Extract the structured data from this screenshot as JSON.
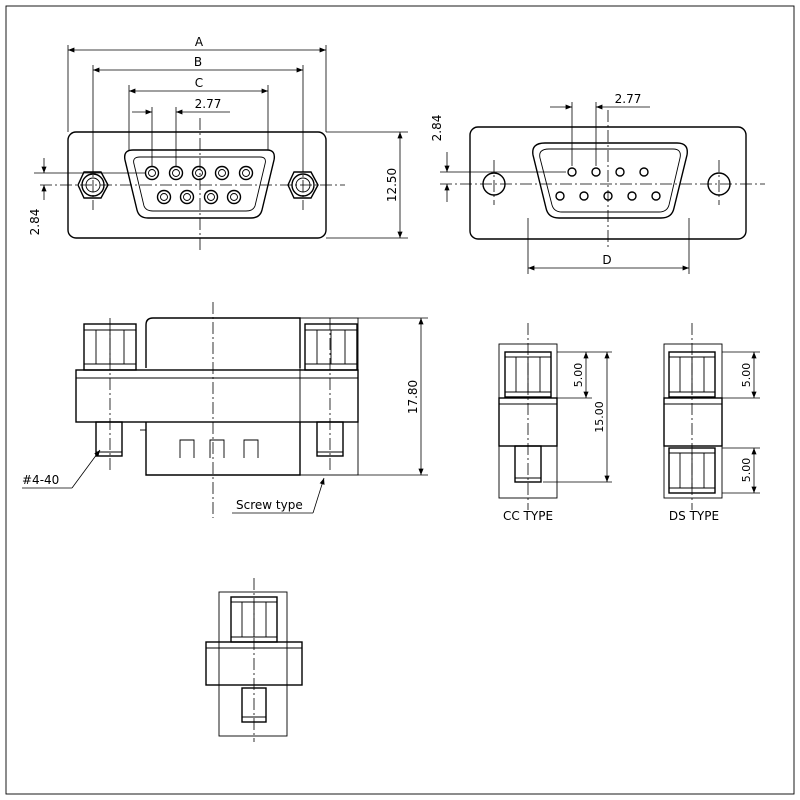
{
  "labels": {
    "dim_a": "A",
    "dim_b": "B",
    "dim_c": "C",
    "dim_d": "D",
    "pitch_top_left": "2.77",
    "pitch_top_right": "2.77",
    "offset_left": "2.84",
    "offset_right": "2.84",
    "height_front": "12.50",
    "height_side": "17.80",
    "screw_thread": "#4-40",
    "screw_type": "Screw type",
    "cc_upper": "5.00",
    "cc_total": "15.00",
    "ds_upper": "5.00",
    "ds_lower": "5.00",
    "cc_type": "CC TYPE",
    "ds_type": "DS TYPE"
  }
}
